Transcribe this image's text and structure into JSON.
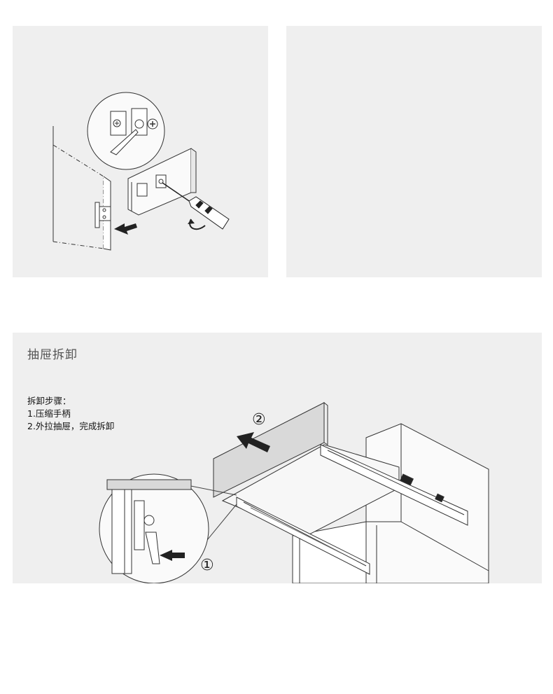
{
  "section": {
    "title": "抽屉拆卸",
    "steps_heading": "拆卸步骤：",
    "steps": [
      "1.压缩手柄",
      "2.外拉抽屉，完成拆卸"
    ]
  },
  "callouts": {
    "step1": "①",
    "step2": "②"
  },
  "icons": [
    "screwdriver-icon",
    "rotate-arrow-icon",
    "direction-arrow-icon"
  ],
  "colors": {
    "panel_bg": "#efefef",
    "drawer_front": "#d9d9d9",
    "line": "#333333"
  }
}
